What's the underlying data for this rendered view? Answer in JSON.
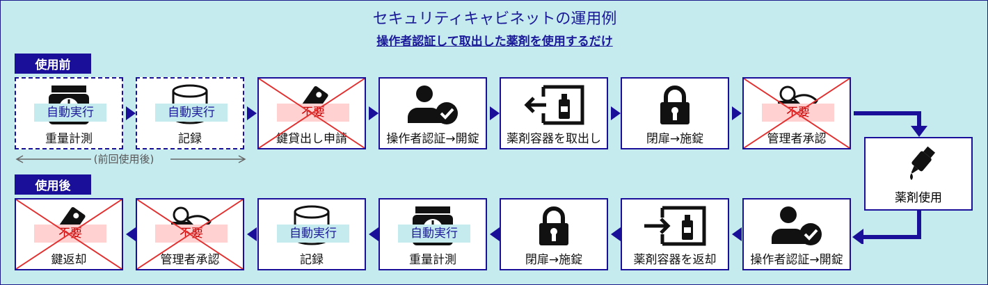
{
  "header": {
    "title": "セキュリティキャビネットの運用例",
    "subtitle": "操作者認証して取出した薬剤を使用するだけ"
  },
  "sections": {
    "before": "使用前",
    "after": "使用後"
  },
  "badges": {
    "auto": "自動実行",
    "unneeded": "不要"
  },
  "gap_note": "(前回使用後)",
  "before_steps": [
    {
      "label": "重量計測",
      "icon": "scale-icon",
      "badge": "auto",
      "dashed": true
    },
    {
      "label": "記録",
      "icon": "database-icon",
      "badge": "auto",
      "dashed": true
    },
    {
      "label": "鍵貸出し申請",
      "icon": "key-tag-icon",
      "badge": "unneeded",
      "crossed": true
    },
    {
      "label": "操作者認証→開錠",
      "icon": "user-check-icon"
    },
    {
      "label": "薬剤容器を取出し",
      "icon": "take-out-bottle-icon"
    },
    {
      "label": "閉扉→施錠",
      "icon": "padlock-icon"
    },
    {
      "label": "管理者承認",
      "icon": "stamp-icon",
      "badge": "unneeded",
      "crossed": true
    }
  ],
  "use_step": {
    "label": "薬剤使用",
    "icon": "dropper-icon"
  },
  "after_steps": [
    {
      "label": "鍵返却",
      "icon": "key-tag-icon",
      "badge": "unneeded",
      "crossed": true
    },
    {
      "label": "管理者承認",
      "icon": "stamp-icon",
      "badge": "unneeded",
      "crossed": true
    },
    {
      "label": "記録",
      "icon": "database-icon",
      "badge": "auto"
    },
    {
      "label": "重量計測",
      "icon": "scale-icon",
      "badge": "auto"
    },
    {
      "label": "閉扉→施錠",
      "icon": "padlock-icon"
    },
    {
      "label": "薬剤容器を返却",
      "icon": "return-bottle-icon"
    },
    {
      "label": "操作者認証→開錠",
      "icon": "user-check-icon"
    }
  ],
  "colors": {
    "background": "#c6ebef",
    "accent": "#1a0f99",
    "cross": "#e03030",
    "unneeded_bg": "#ffd1d1"
  }
}
